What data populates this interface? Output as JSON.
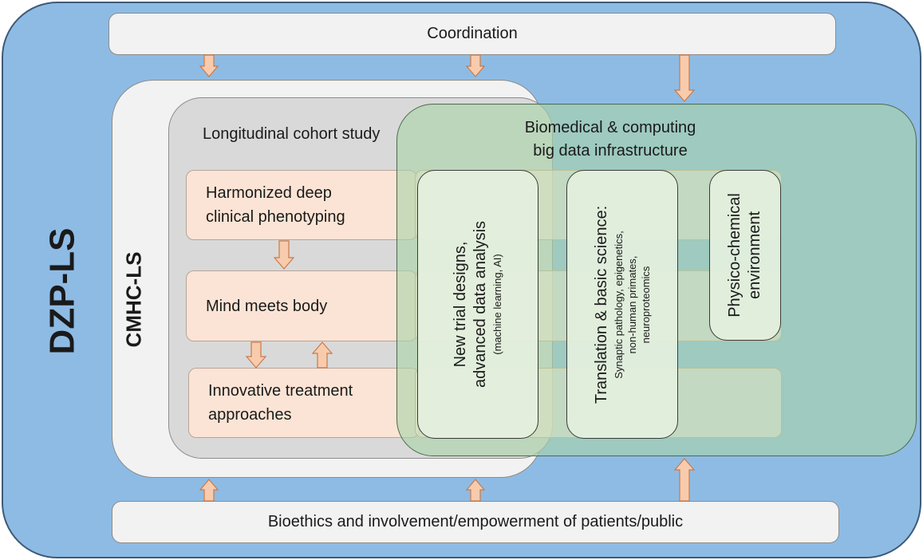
{
  "outer": {
    "label": "DZP-LS"
  },
  "coordination": {
    "label": "Coordination"
  },
  "bioethics": {
    "label": "Bioethics  and involvement/empowerment of patients/public"
  },
  "cmhc": {
    "label": "CMHC-LS"
  },
  "cohort": {
    "title": "Longitudinal cohort study",
    "boxes": [
      {
        "line1": "Harmonized deep",
        "line2": "clinical phenotyping"
      },
      {
        "line1": "Mind meets body",
        "line2": ""
      },
      {
        "line1": "Innovative treatment",
        "line2": "approaches"
      }
    ]
  },
  "infrastructure": {
    "title_line1": "Biomedical & computing",
    "title_line2": "big data infrastructure",
    "columns": [
      {
        "line1": "New trial designs,",
        "line2": "advanced data analysis",
        "detail": "(machine learning, AI)"
      },
      {
        "line1": "Translation & basic science:",
        "detail1": "Synaptic pathology, epigenetics,",
        "detail2": "non-human primates,",
        "detail3": "neuroproteomics"
      },
      {
        "line1": "Physico-chemical",
        "line2": "environment"
      }
    ]
  },
  "colors": {
    "outer": "#8ebbe4",
    "bar": "#f2f2f2",
    "cohort": "#d9d9d9",
    "peach": "#fbe4d5",
    "arrow": "#f8cbad",
    "green": "#a8d4a8"
  }
}
